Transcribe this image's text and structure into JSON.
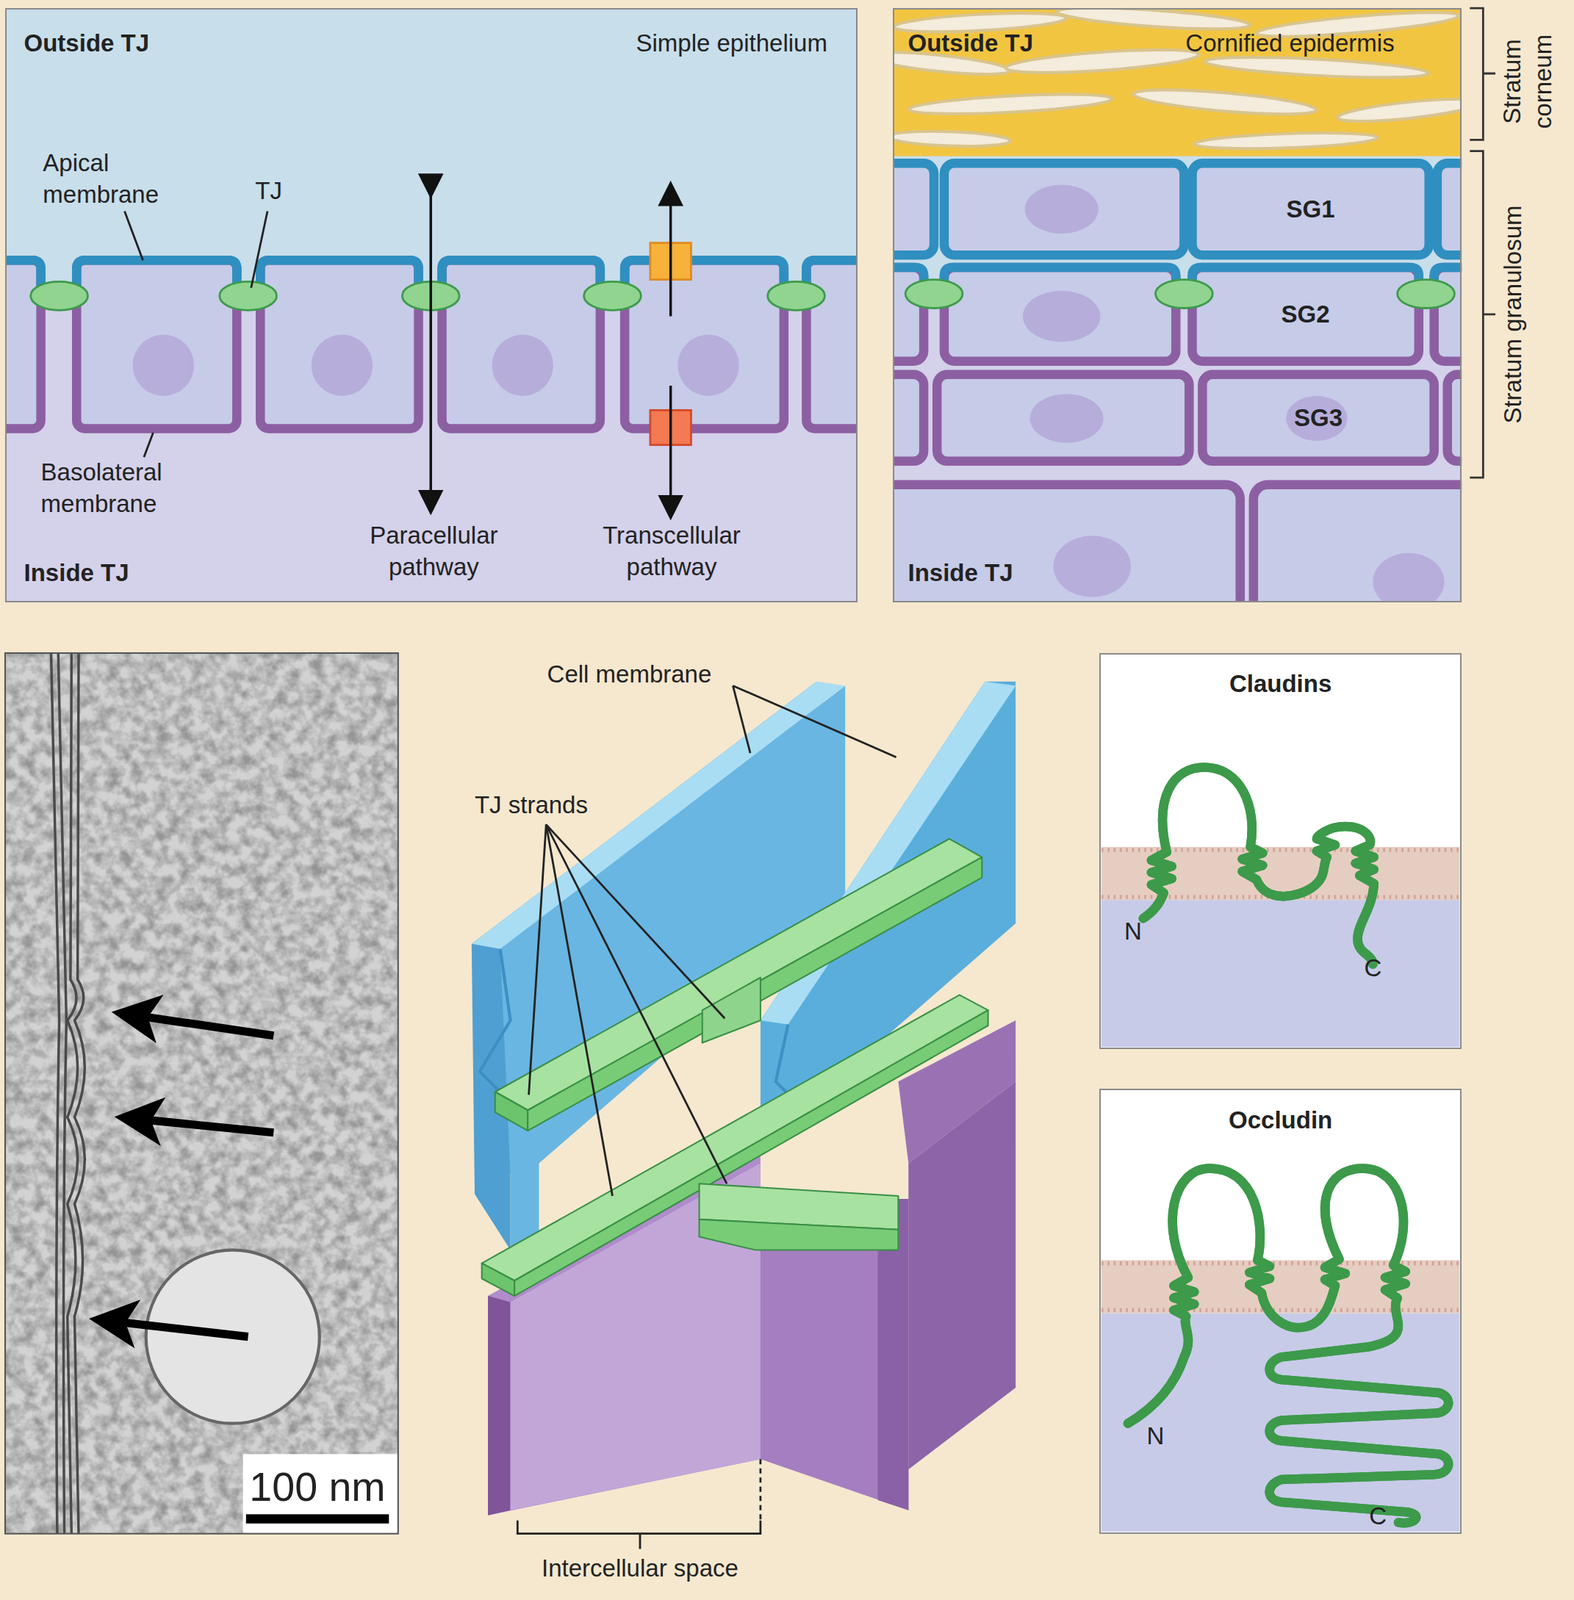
{
  "diagram": {
    "nodes": [
      {
        "text": [
          "Outside TJ",
          "Simple epithelium",
          "Inside TJ"
        ]
      },
      {
        "text": [
          "Outside TJ",
          "Cornified epidermis",
          "Inside TJ"
        ]
      },
      {
        "text": [
          "SG1"
        ],
        "in": 1
      },
      {
        "text": [
          "SG2"
        ],
        "in": 1
      },
      {
        "text": [
          "SG3"
        ],
        "in": 1
      },
      {
        "text": [
          "Claudins"
        ]
      },
      {
        "text": [
          "Occludin"
        ]
      }
    ],
    "labels": [
      "Apical membrane",
      "TJ",
      "Basolateral membrane",
      "Paracellular pathway",
      "Transcellular pathway",
      "Stratum corneum",
      "Stratum granulosum",
      "100 nm",
      "Cell membrane",
      "TJ strands",
      "Intercellular space",
      "N",
      "C",
      "N",
      "C"
    ]
  }
}
